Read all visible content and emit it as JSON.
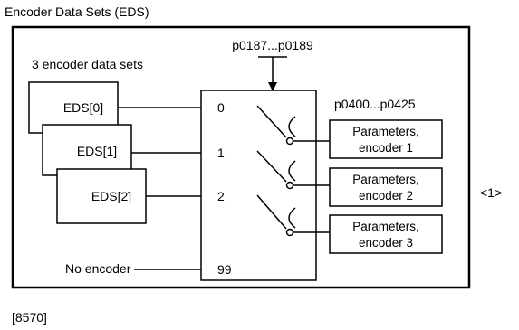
{
  "title": "Encoder Data Sets (EDS)",
  "footer_ref": "[8570]",
  "side_note": "<1>",
  "select_param": "p0187...p0189",
  "output_param": "p0400...p0425",
  "eds_group_label": "3 encoder data sets",
  "eds_boxes": [
    "EDS[0]",
    "EDS[1]",
    "EDS[2]"
  ],
  "switch_inputs": [
    "0",
    "1",
    "2",
    "99"
  ],
  "no_encoder_label": "No encoder",
  "param_boxes": [
    {
      "line1": "Parameters,",
      "line2": "encoder 1"
    },
    {
      "line1": "Parameters,",
      "line2": "encoder 2"
    },
    {
      "line1": "Parameters,",
      "line2": "encoder 3"
    }
  ]
}
